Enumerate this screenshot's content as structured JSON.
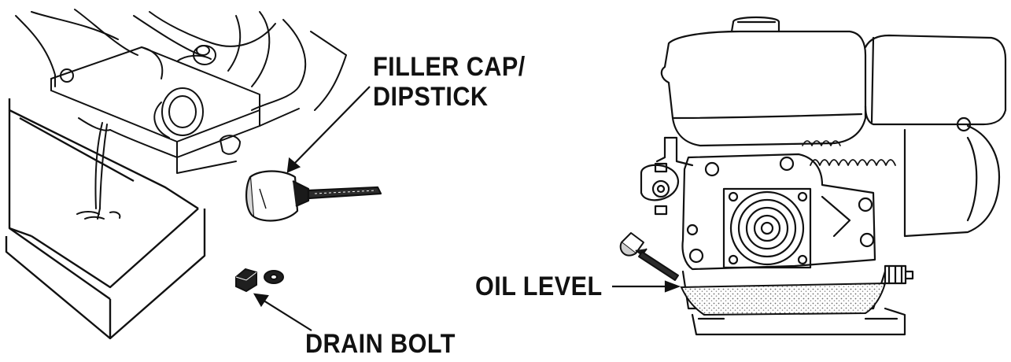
{
  "labels": {
    "filler_cap_line1": "FILLER CAP/",
    "filler_cap_line2": "DIPSTICK",
    "drain_bolt": "DRAIN BOLT",
    "oil_level": "OIL LEVEL"
  },
  "colors": {
    "ink": "#111111",
    "paper": "#ffffff",
    "oil_stipple": "#bdbdbd"
  }
}
